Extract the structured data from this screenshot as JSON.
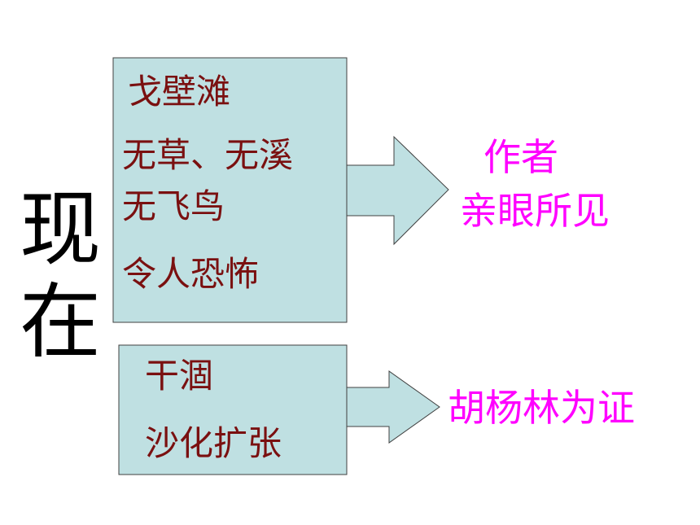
{
  "vertical_label": [
    "现",
    "在"
  ],
  "top_box": {
    "lines": [
      "戈壁滩",
      "无草、无溪",
      "无飞鸟",
      "令人恐怖"
    ]
  },
  "top_result": {
    "lines": [
      "作者",
      "亲眼所见"
    ]
  },
  "bottom_box": {
    "lines": [
      "干涸",
      "沙化扩张"
    ]
  },
  "bottom_result": {
    "lines": [
      "胡杨林为证"
    ]
  },
  "colors": {
    "box_fill": "#bfe0e2",
    "box_text": "#7a1010",
    "result_text": "#ff00ff",
    "label_text": "#000000"
  }
}
